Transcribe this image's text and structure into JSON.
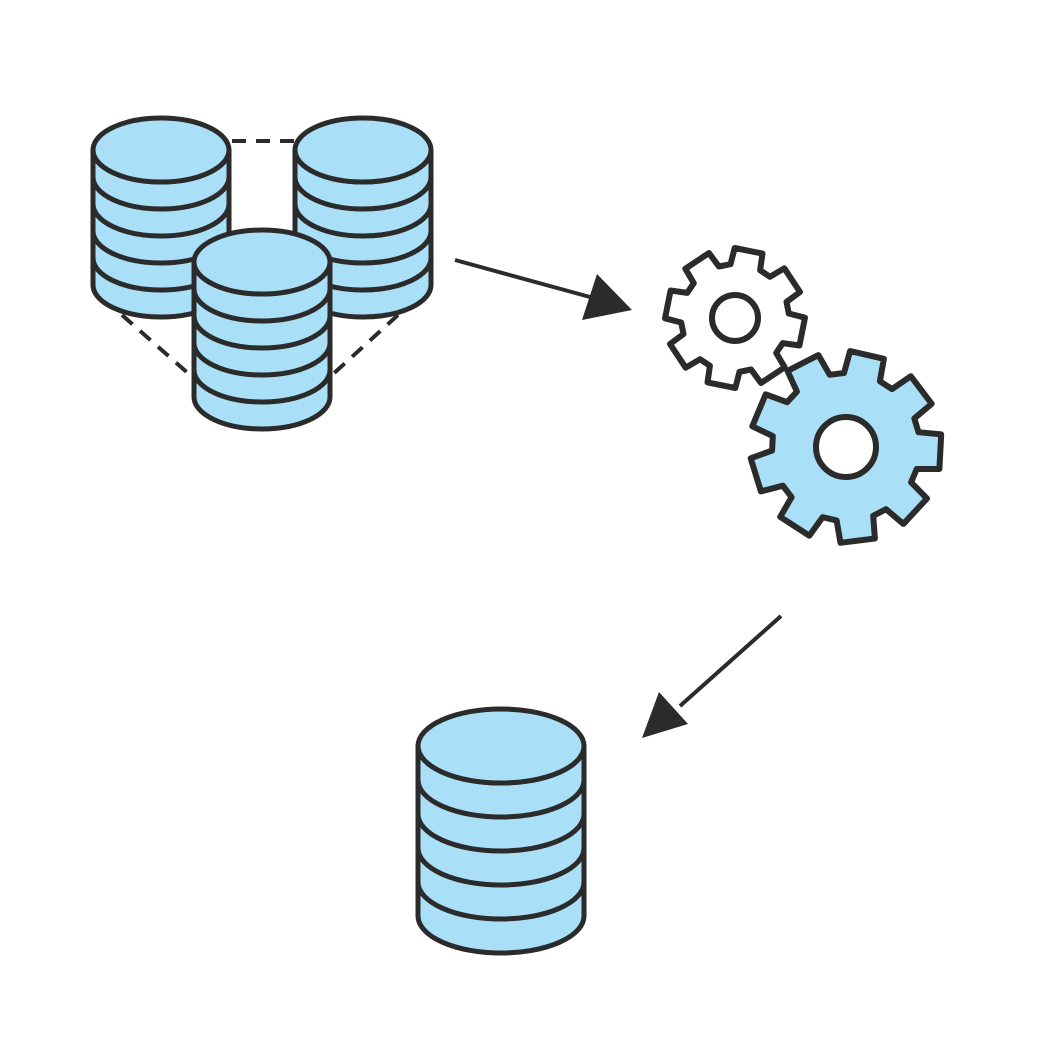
{
  "colors": {
    "fill": "#a9dff7",
    "stroke": "#2b2b2b",
    "background": "#ffffff",
    "small_gear_fill": "#ffffff"
  },
  "icons": [
    "database-cluster-icon",
    "database-icon",
    "gear-small-icon",
    "gear-large-icon",
    "arrow-icon"
  ],
  "diagram": {
    "source": {
      "icon": "database-cluster-icon",
      "database_count": 3,
      "disks_per_database": 6
    },
    "processor": {
      "icon": "gears-icon",
      "gear_count": 2
    },
    "target": {
      "icon": "database-icon",
      "database_count": 1,
      "disks_per_database": 6
    },
    "flow": [
      "source",
      "processor",
      "target"
    ]
  }
}
